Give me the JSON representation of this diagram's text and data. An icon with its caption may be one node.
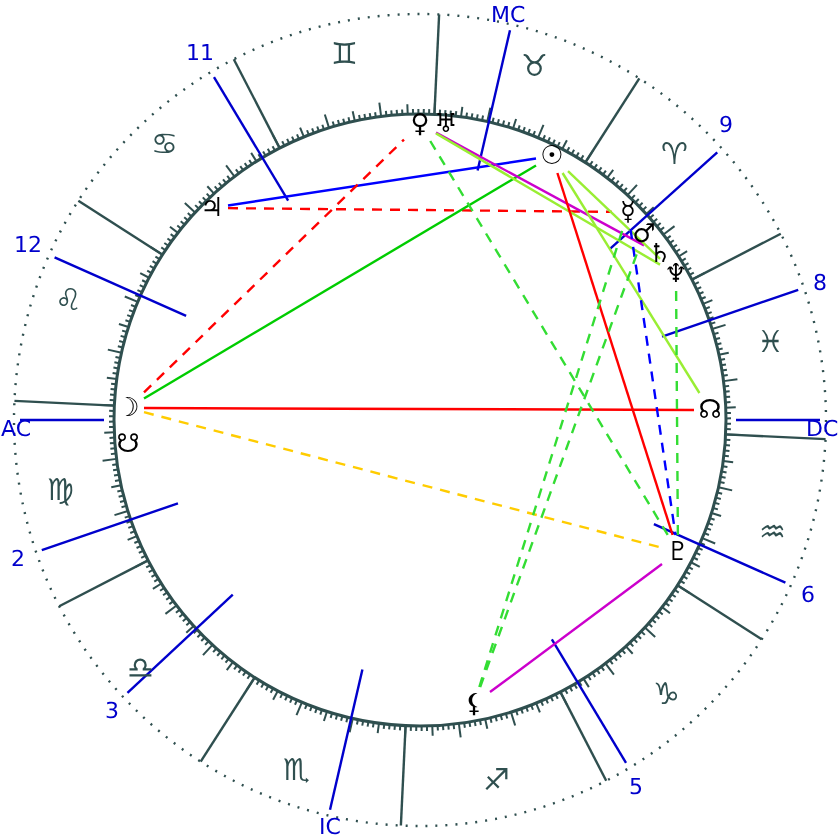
{
  "diagram": {
    "nodes": [
      {
        "text": [
          "♀"
        ]
      },
      {
        "text": [
          "♅"
        ]
      },
      {
        "text": [
          "☉"
        ]
      },
      {
        "text": [
          "♃"
        ]
      },
      {
        "text": [
          "☿"
        ]
      },
      {
        "text": [
          "♂"
        ]
      },
      {
        "text": [
          "♄"
        ]
      },
      {
        "text": [
          "♆"
        ]
      },
      {
        "text": [
          "☊"
        ]
      },
      {
        "text": [
          "☽"
        ]
      },
      {
        "text": [
          "☋"
        ]
      },
      {
        "text": [
          "♇"
        ]
      },
      {
        "text": [
          "⚸"
        ]
      }
    ],
    "edges": [
      {
        "from": 3,
        "to": 2,
        "arrow": "none",
        "color": "#0000ff"
      },
      {
        "from": 3,
        "to": 4,
        "arrow": "none",
        "style": "dashed",
        "color": "#ff0000"
      },
      {
        "from": 9,
        "to": 2,
        "arrow": "none",
        "color": "#00cc00"
      },
      {
        "from": 9,
        "to": 0,
        "arrow": "none",
        "style": "dashed",
        "color": "#ff0000"
      },
      {
        "from": 9,
        "to": 8,
        "arrow": "none",
        "color": "#ff0000"
      },
      {
        "from": 9,
        "to": 11,
        "arrow": "none",
        "style": "dashed",
        "color": "#ffcc00"
      },
      {
        "from": 0,
        "to": 6,
        "arrow": "none",
        "color": "#cc00cc"
      },
      {
        "from": 0,
        "to": 7,
        "arrow": "none",
        "color": "#99ee33"
      },
      {
        "from": 2,
        "to": 8,
        "arrow": "none",
        "color": "#99ee33"
      },
      {
        "from": 2,
        "to": 7,
        "arrow": "none",
        "color": "#99ee33"
      },
      {
        "from": 2,
        "to": 11,
        "arrow": "none",
        "color": "#ff0000"
      },
      {
        "from": 4,
        "to": 11,
        "arrow": "none",
        "style": "dashed",
        "color": "#0000ff"
      },
      {
        "from": 0,
        "to": 11,
        "arrow": "none",
        "style": "dashed",
        "color": "#33dd33"
      },
      {
        "from": 7,
        "to": 11,
        "arrow": "none",
        "style": "dashed",
        "color": "#33dd33"
      },
      {
        "from": 12,
        "to": 4,
        "arrow": "none",
        "style": "dashed",
        "color": "#33dd33"
      },
      {
        "from": 12,
        "to": 5,
        "arrow": "none",
        "style": "dashed",
        "color": "#33dd33"
      },
      {
        "from": 12,
        "to": 11,
        "arrow": "none",
        "color": "#cc00cc"
      }
    ],
    "labels": [
      "MC",
      "♉",
      "♊",
      "11",
      "9",
      "♋",
      "♈",
      "12",
      "♌",
      "8",
      "♓",
      "AC",
      "DC",
      "♍",
      "2",
      "♒",
      "6",
      "♎",
      "3",
      "♑",
      "♏",
      "5",
      "♐",
      "IC"
    ]
  }
}
